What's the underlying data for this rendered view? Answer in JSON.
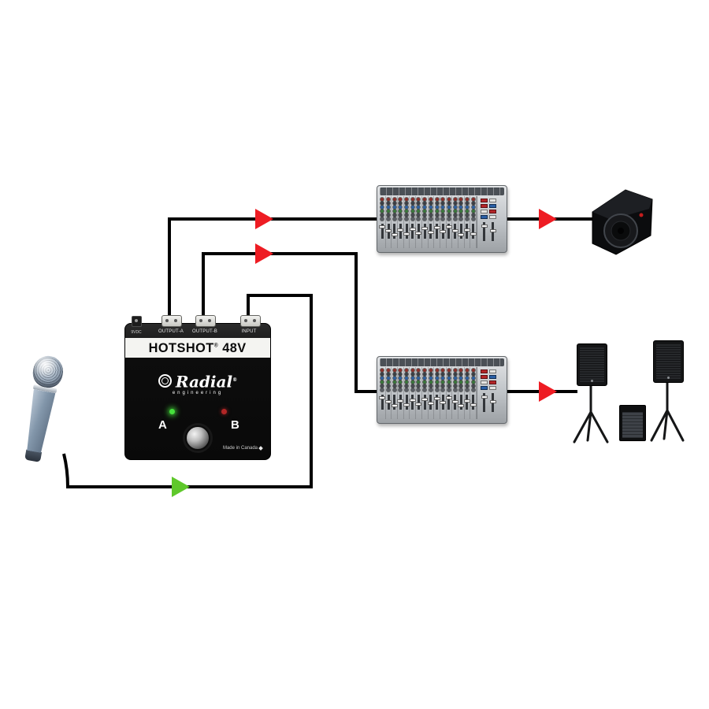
{
  "colors": {
    "background": "#ffffff",
    "cable": "#000000",
    "signal_arrow": "#ee1c23",
    "mic_arrow": "#5fc82b",
    "led_a": "#46e03c",
    "led_b": "#b32626",
    "stand": "#151617"
  },
  "hotshot": {
    "power_label": "9VDC",
    "output_a_label": "OUTPUT-A",
    "output_b_label": "OUTPUT-B",
    "input_label": "INPUT",
    "model": "HOTSHOT",
    "registered_mark": "®",
    "variant": " 48V",
    "brand": "Radial",
    "brand_mark": "®",
    "brand_sub": "engineering",
    "footswitch_a": "A",
    "footswitch_b": "B",
    "origin": "Made in Canada"
  },
  "mixers": {
    "units": [
      {
        "name": "mixing-console-top",
        "channels": 16
      },
      {
        "name": "mixing-console-bottom",
        "channels": 16
      }
    ]
  },
  "devices": {
    "microphone": "handheld-microphone",
    "monitor": "stage-wedge-monitor",
    "pa_left": "pa-speaker-on-tripod-stand",
    "pa_right": "pa-speaker-on-tripod-stand",
    "subwoofer": "subwoofer"
  }
}
